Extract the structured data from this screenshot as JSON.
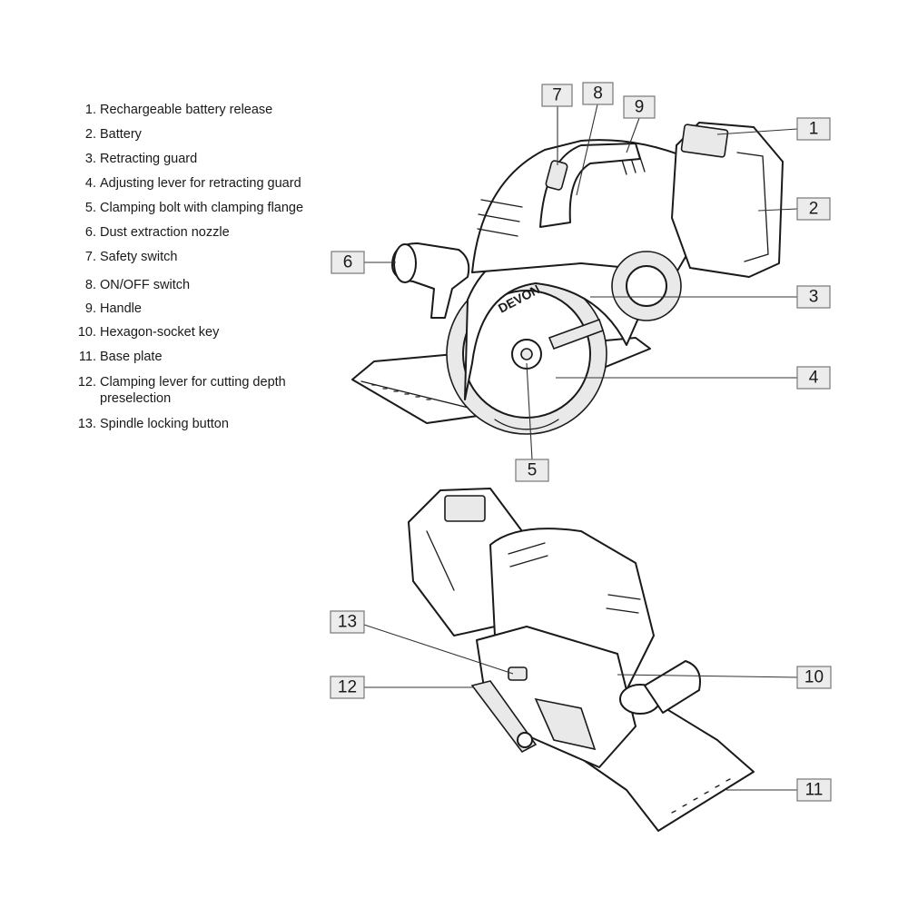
{
  "legend": {
    "items": [
      {
        "num": "1.",
        "text": "Rechargeable battery release"
      },
      {
        "num": "2.",
        "text": "Battery"
      },
      {
        "num": "3.",
        "text": "Retracting guard"
      },
      {
        "num": "4.",
        "text": "Adjusting lever for retracting guard"
      },
      {
        "num": "5.",
        "text": "Clamping bolt with clamping flange"
      },
      {
        "num": "6.",
        "text": "Dust extraction nozzle"
      },
      {
        "num": "7.",
        "text": "Safety switch"
      },
      {
        "num": "8.",
        "text": "ON/OFF switch"
      },
      {
        "num": "9.",
        "text": "Handle"
      },
      {
        "num": "10.",
        "text": "Hexagon-socket key"
      },
      {
        "num": "11.",
        "text": "Base plate"
      },
      {
        "num": "12.",
        "text": "Clamping lever for cutting depth preselection"
      },
      {
        "num": "13.",
        "text": "Spindle locking button"
      }
    ]
  },
  "callouts": {
    "c1": "1",
    "c2": "2",
    "c3": "3",
    "c4": "4",
    "c5": "5",
    "c6": "6",
    "c7": "7",
    "c8": "8",
    "c9": "9",
    "c10": "10",
    "c11": "11",
    "c12": "12",
    "c13": "13"
  },
  "saw": {
    "brand": "DEVON"
  },
  "icons": {
    "top_view": "circular-saw-side-view-icon",
    "bottom_view": "circular-saw-rear-view-icon"
  },
  "colors": {
    "callout_fill": "#ececec",
    "callout_border": "#777777",
    "line": "#1a1a1a"
  }
}
